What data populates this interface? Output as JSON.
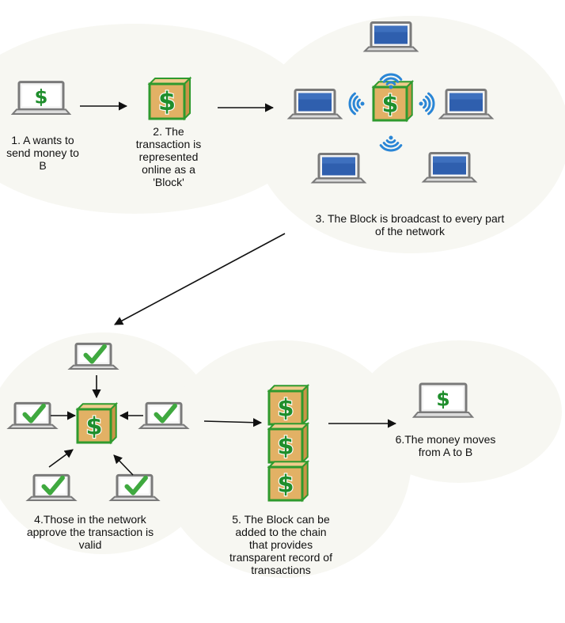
{
  "steps": {
    "step1": "1. A wants to\nsend money to\nB",
    "step2": "2. The\ntransaction is\nrepresented\nonline as a\n'Block'",
    "step3": "3. The Block is broadcast to every part\nof the network",
    "step4": "4.Those in the network\napprove the transaction is\nvalid",
    "step5": "5. The Block can be\nadded to the chain\nthat provides\ntransparent record of\ntransactions",
    "step6": "6.The money moves\nfrom A to B"
  },
  "symbols": {
    "currency": "$"
  },
  "colors": {
    "block_face": "#e2b165",
    "block_top": "#efcb8c",
    "block_border": "#2f9a2e",
    "dollar": "#1f8e2c",
    "laptop_frame": "#7a7a7a",
    "laptop_screen_blue": "#2f5fae",
    "checkmark": "#3fa93f",
    "wifi": "#2a86d6",
    "arrow": "#111111"
  },
  "icons": [
    "laptop-dollar-icon",
    "money-block-icon",
    "laptop-blue-icon",
    "wifi-signal-icon",
    "laptop-checkmark-icon",
    "blockchain-icon",
    "arrow-icon"
  ]
}
